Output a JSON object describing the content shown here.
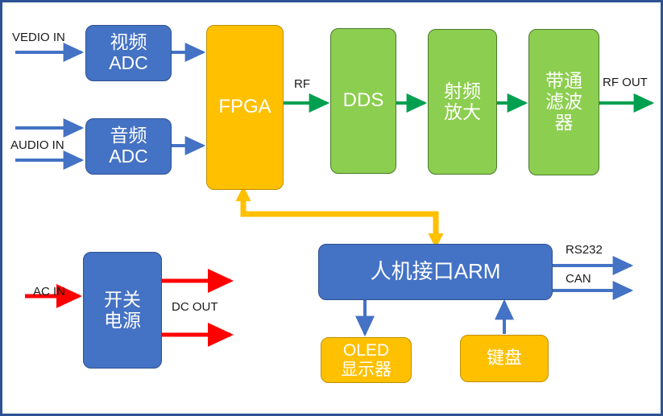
{
  "diagram": {
    "title": "RF transmitter system block diagram",
    "frame_color": "#2e5395",
    "palette": {
      "blue": "#4472c4",
      "amber": "#ffc000",
      "green": "#8cce4f",
      "blue_arrow": "#4472c4",
      "green_arrow": "#00a050",
      "amber_arrow": "#ffc000",
      "red_arrow": "#ff0000",
      "text": "#1a1a1a"
    },
    "blocks": [
      {
        "id": "video-adc",
        "label": "视频\nADC",
        "color": "blue"
      },
      {
        "id": "audio-adc",
        "label": "音频\nADC",
        "color": "blue"
      },
      {
        "id": "fpga",
        "label": "FPGA",
        "color": "amber"
      },
      {
        "id": "dds",
        "label": "DDS",
        "color": "green"
      },
      {
        "id": "rf-amp",
        "label": "射频\n放大",
        "color": "green"
      },
      {
        "id": "bandpass",
        "label": "带通\n滤波\n器",
        "color": "green"
      },
      {
        "id": "power-supply",
        "label": "开关\n电源",
        "color": "blue"
      },
      {
        "id": "arm",
        "label": "人机接口ARM",
        "color": "blue"
      },
      {
        "id": "oled",
        "label": "OLED\n显示器",
        "color": "amber"
      },
      {
        "id": "keyboard",
        "label": "键盘",
        "color": "amber"
      }
    ],
    "labels": [
      {
        "id": "vedio-in",
        "text": "VEDIO IN"
      },
      {
        "id": "audio-in",
        "text": "AUDIO IN"
      },
      {
        "id": "rf",
        "text": "RF"
      },
      {
        "id": "rf-out",
        "text": "RF OUT"
      },
      {
        "id": "ac-in",
        "text": "AC IN"
      },
      {
        "id": "dc-out",
        "text": "DC OUT"
      },
      {
        "id": "rs232",
        "text": "RS232"
      },
      {
        "id": "can",
        "text": "CAN"
      }
    ]
  }
}
